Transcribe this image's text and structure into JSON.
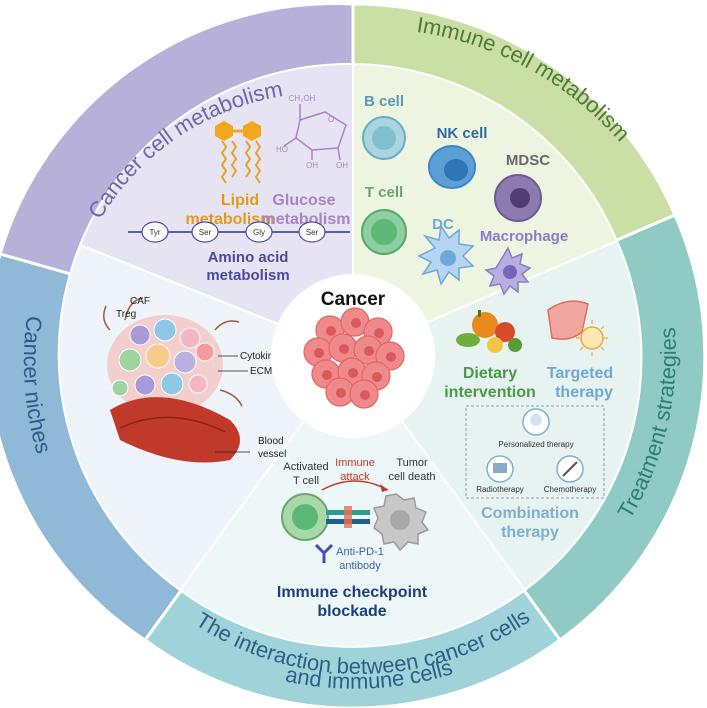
{
  "center": {
    "title": "Cancer"
  },
  "sectors": {
    "cancer_cell_metabolism": {
      "title": "Cancer cell metabolism",
      "lipid": [
        "Lipid",
        "metabolism"
      ],
      "glucose": [
        "Glucose",
        "metabolism"
      ],
      "glucose_formula": {
        "ch2oh": "CH₂OH",
        "oh": "OH",
        "ho": "HO",
        "o": "O"
      },
      "amino_acids": [
        "Tyr",
        "Ser",
        "Gly",
        "Ser"
      ],
      "amino": [
        "Amino acid",
        "metabolism"
      ]
    },
    "immune_cell_metabolism": {
      "title": "Immune cell metabolism",
      "cells": [
        "B cell",
        "NK cell",
        "MDSC",
        "T cell",
        "DC",
        "Macrophage"
      ]
    },
    "treatment_strategies": {
      "title": "Treatment strategies",
      "dietary": [
        "Dietary",
        "intervention"
      ],
      "targeted": [
        "Targeted",
        "therapy"
      ],
      "personalized": "Personalized therapy",
      "radiotherapy": "Radiotherapy",
      "chemotherapy": "Chemotherapy",
      "combination": [
        "Combination",
        "therapy"
      ]
    },
    "interaction": {
      "title": [
        "The interaction between cancer cells",
        "and immune cells"
      ],
      "activated": [
        "Activated",
        "T cell"
      ],
      "attack": [
        "Immune",
        "attack"
      ],
      "death": [
        "Tumor",
        "cell death"
      ],
      "antibody": [
        "Anti-PD-1",
        "antibody"
      ],
      "checkpoint": [
        "Immune checkpoint",
        "blockade"
      ]
    },
    "cancer_niches": {
      "title": "Cancer niches",
      "labels": {
        "caf": "CAF",
        "treg": "Treg",
        "cytokine": "Cytokine",
        "ecm": "ECM",
        "blood": [
          "Blood",
          "vessel"
        ]
      }
    }
  },
  "colors": {
    "ccm_outer": "#b7b1da",
    "ccm_inner": "#e6e3f3",
    "ccm_text": "#6e67a9",
    "icm_outer": "#c9dfa6",
    "icm_inner": "#edf4e0",
    "icm_text": "#4f7a36",
    "ts_outer": "#8fcbc4",
    "ts_inner": "#e6f3f1",
    "ts_text": "#2f7d78",
    "int_outer": "#9fd3d9",
    "int_inner": "#eef7f8",
    "int_text": "#2c5f86",
    "cn_outer": "#8fb9d7",
    "cn_inner": "#eef4f9",
    "cn_text": "#2f5a86",
    "lipid": "#e39a19",
    "glucose": "#a884c6",
    "amino": "#4a4a9c",
    "checkpoint": "#1f3d7a",
    "attack": "#c0392b"
  }
}
